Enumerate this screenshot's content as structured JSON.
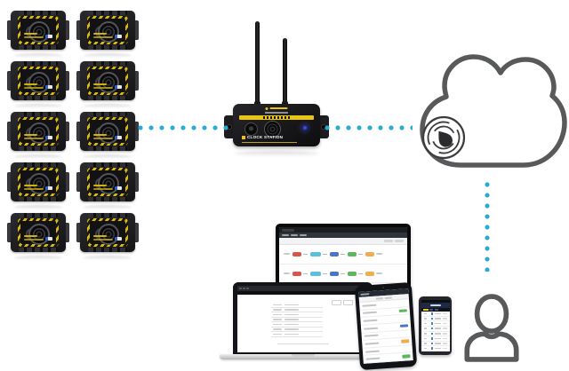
{
  "colors": {
    "accent_dot": "#2BA9D2",
    "hazard_yellow": "#E9C414",
    "led_blue": "#3D46E8",
    "outline_gray": "#58595B",
    "chip_red": "#D9534F",
    "chip_teal": "#5BC0DE",
    "chip_blue": "#4A74C9",
    "chip_green": "#5CB85C",
    "chip_orange": "#F0AD4E",
    "phone_header_navy": "#1E2A45"
  },
  "sensors": {
    "count": 10,
    "columns": 2,
    "rows": 5,
    "items": [
      {},
      {},
      {},
      {},
      {},
      {},
      {},
      {},
      {},
      {}
    ]
  },
  "gateway": {
    "label": "CLOCK STATION",
    "antennas": 2
  },
  "links": {
    "sensors_to_gateway": {
      "style": "dotted",
      "dots": 9
    },
    "gateway_to_cloud": {
      "style": "dotted",
      "dots": 9
    },
    "cloud_to_user": {
      "style": "dotted",
      "dots": 9
    }
  },
  "cloud": {
    "icon": "cloud-outline",
    "logo": "droplet-ripple-logo"
  },
  "devices": {
    "monitor": {
      "workflow_rows": [
        {},
        {},
        {}
      ]
    },
    "laptop": {
      "table_rows": [
        {},
        {},
        {},
        {},
        {},
        {},
        {}
      ]
    },
    "tablet": {
      "rows": [
        {
          "chip": ""
        },
        {
          "chip": "green"
        },
        {
          "chip": ""
        },
        {
          "chip": "blue"
        },
        {
          "chip": ""
        },
        {
          "chip": "orange"
        },
        {
          "chip": ""
        },
        {
          "chip": "green"
        }
      ]
    },
    "phone": {
      "rows": [
        {},
        {},
        {},
        {},
        {},
        {},
        {},
        {}
      ]
    }
  },
  "user": {
    "icon": "person-outline"
  }
}
